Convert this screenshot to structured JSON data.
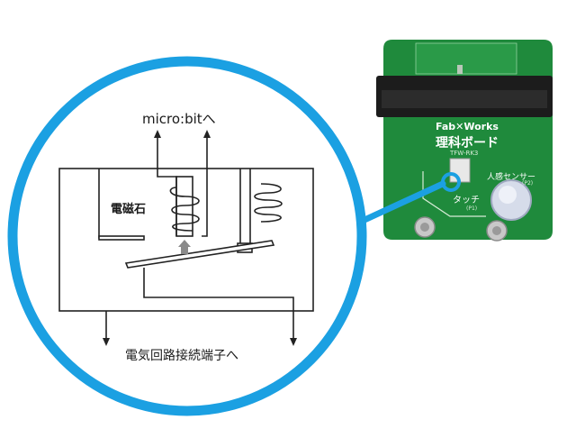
{
  "labels": {
    "to_microbit": "micro:bitへ",
    "electromagnet": "電磁石",
    "to_terminal": "電気回路接続端子へ"
  },
  "board": {
    "brand": "Fab✕Works",
    "name": "理科ボード",
    "model": "TFW-RK3",
    "sensor_label": "人感センサー",
    "sensor_pin": "(P2)",
    "touch_label": "タッチ",
    "touch_pin": "(P1)"
  },
  "colors": {
    "circle": "#1ba0e2",
    "pcb": "#1f8a3c",
    "line": "#222222"
  }
}
